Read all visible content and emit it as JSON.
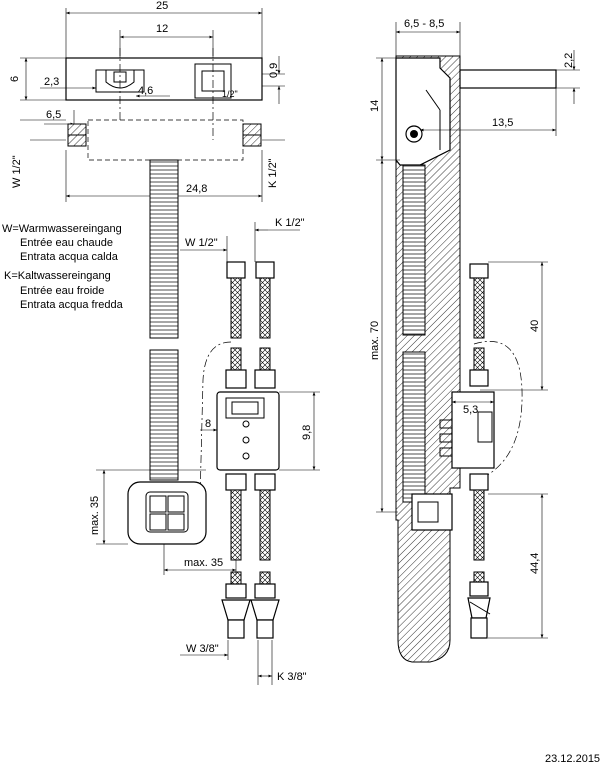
{
  "dimensions": {
    "d25": "25",
    "d12": "12",
    "d6": "6",
    "d2_3": "2,3",
    "d4_6": "4,6",
    "d0_9": "0,9",
    "d1_2in_top": "1/2\"",
    "d6_5": "6,5",
    "w_half": "W 1/2\"",
    "k_half": "K 1/2\"",
    "d24_8": "24,8",
    "w_half_2": "W 1/2\"",
    "k_half_2": "K 1/2\"",
    "d8": "8",
    "d9_8": "9,8",
    "max35_v": "max. 35",
    "max35_h": "max. 35",
    "w_3_8": "W 3/8\"",
    "k_3_8": "K 3/8\"",
    "d6_5_8_5": "6,5 - 8,5",
    "d2_2": "2,2",
    "d14": "14",
    "d13_5": "13,5",
    "max70": "max. 70",
    "d40": "40",
    "d5_3": "5,3",
    "d44_4": "44,4"
  },
  "legend": {
    "w_line1": "W=Warmwassereingang",
    "w_line2": "Entrée eau chaude",
    "w_line3": "Entrata acqua calda",
    "k_line1": "K=Kaltwassereingang",
    "k_line2": "Entrée eau froide",
    "k_line3": "Entrata acqua fredda"
  },
  "footer": {
    "date": "23.12.2015"
  }
}
